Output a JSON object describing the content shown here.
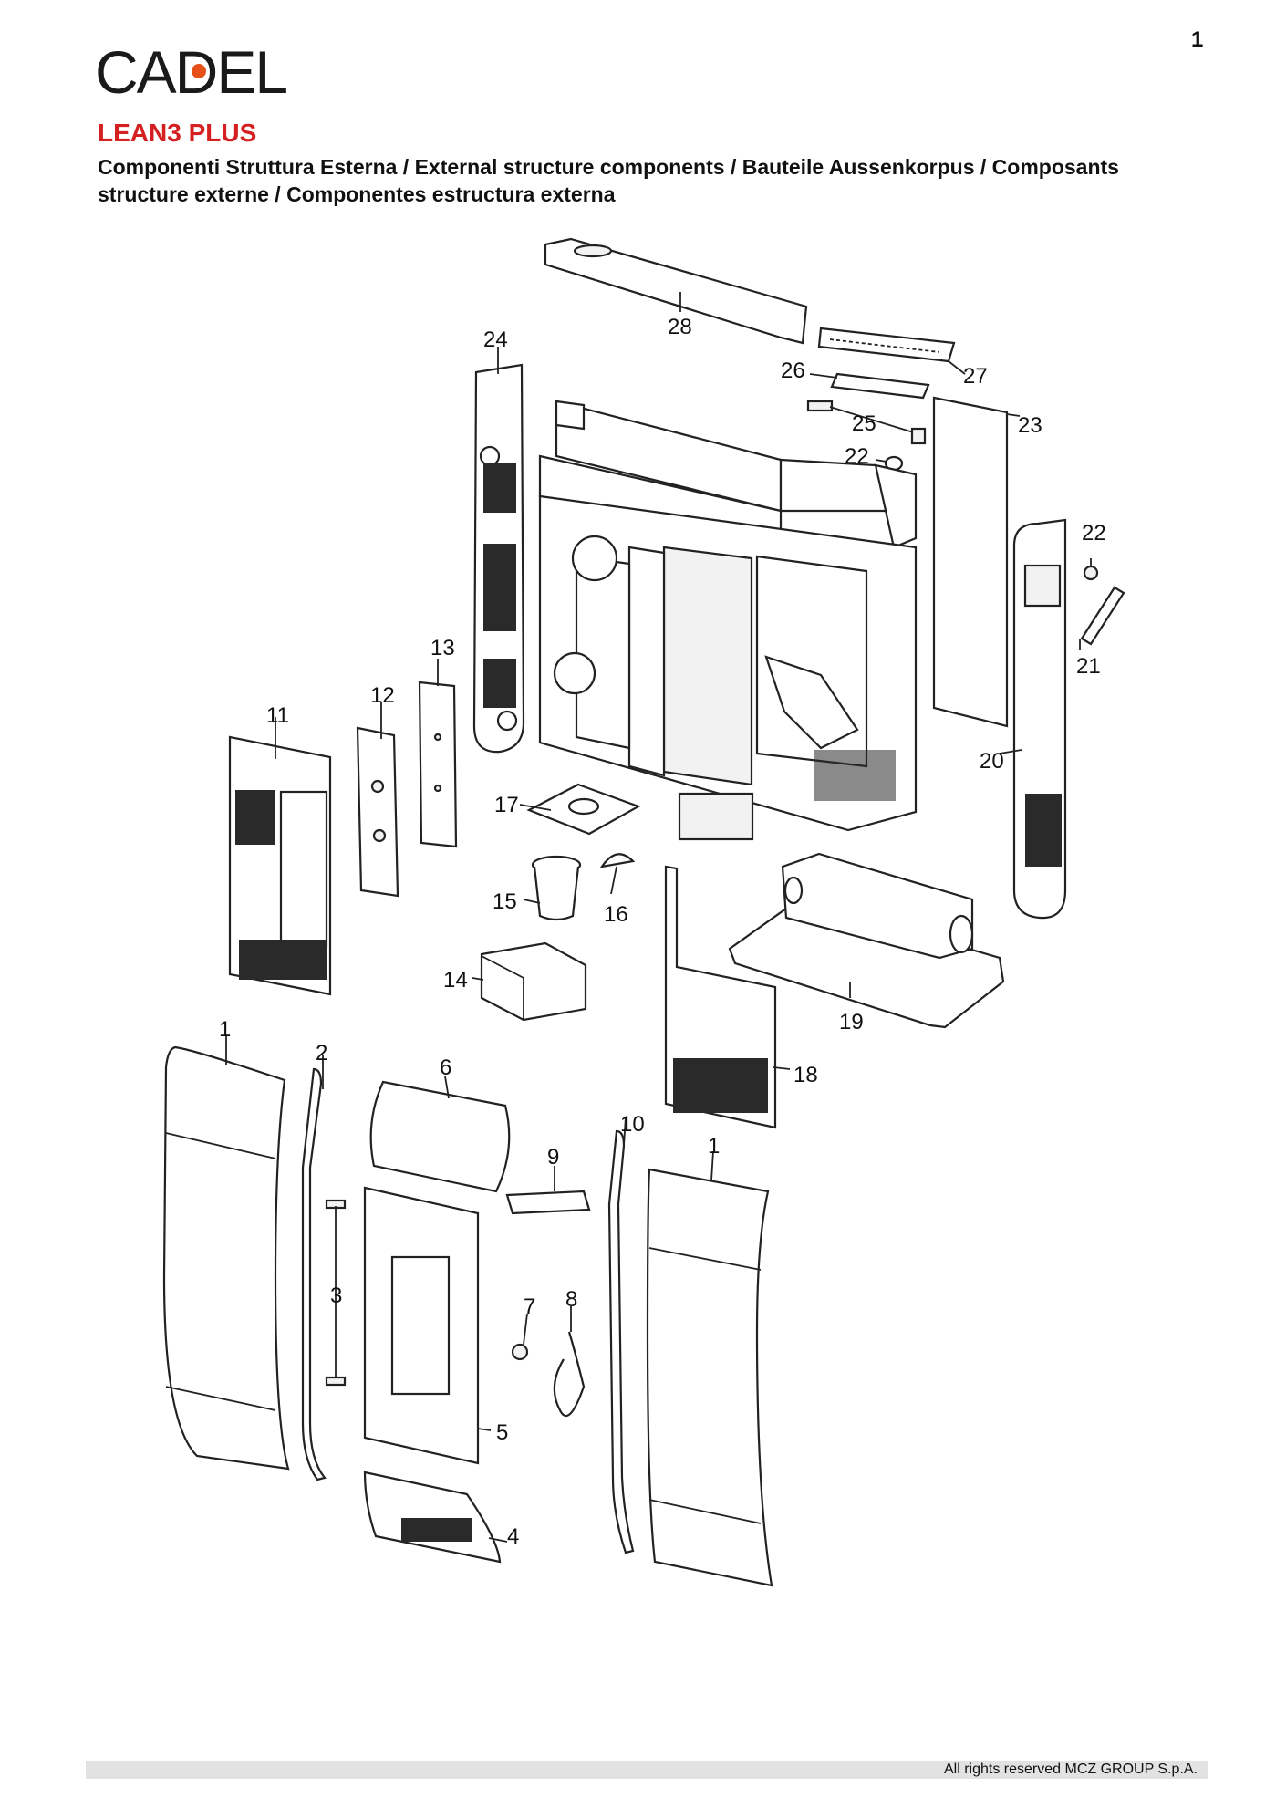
{
  "page_number": "1",
  "brand": {
    "logo_text": "CADEL",
    "accent": "#e8501a"
  },
  "model": "LEAN3 PLUS",
  "subtitle_line1": "Componenti Struttura Esterna / External structure components / Bauteile Aussenkorpus / Composants",
  "subtitle_line2": "structure externe / Componentes estructura externa",
  "callouts": {
    "c28": "28",
    "c27": "27",
    "c26": "26",
    "c25": "25",
    "c24": "24",
    "c23": "23",
    "c22a": "22",
    "c22b": "22",
    "c21": "21",
    "c20": "20",
    "c13": "13",
    "c12": "12",
    "c11": "11",
    "c17": "17",
    "c15": "15",
    "c16": "16",
    "c14": "14",
    "c19": "19",
    "c18": "18",
    "c1a": "1",
    "c2": "2",
    "c6": "6",
    "c3": "3",
    "c9": "9",
    "c10": "10",
    "c1b": "1",
    "c7": "7",
    "c8": "8",
    "c5": "5",
    "c4": "4"
  },
  "footer": "All rights reserved MCZ GROUP S.p.A.",
  "colors": {
    "title_red": "#d42020",
    "footer_bar": "#e2e2e2"
  }
}
